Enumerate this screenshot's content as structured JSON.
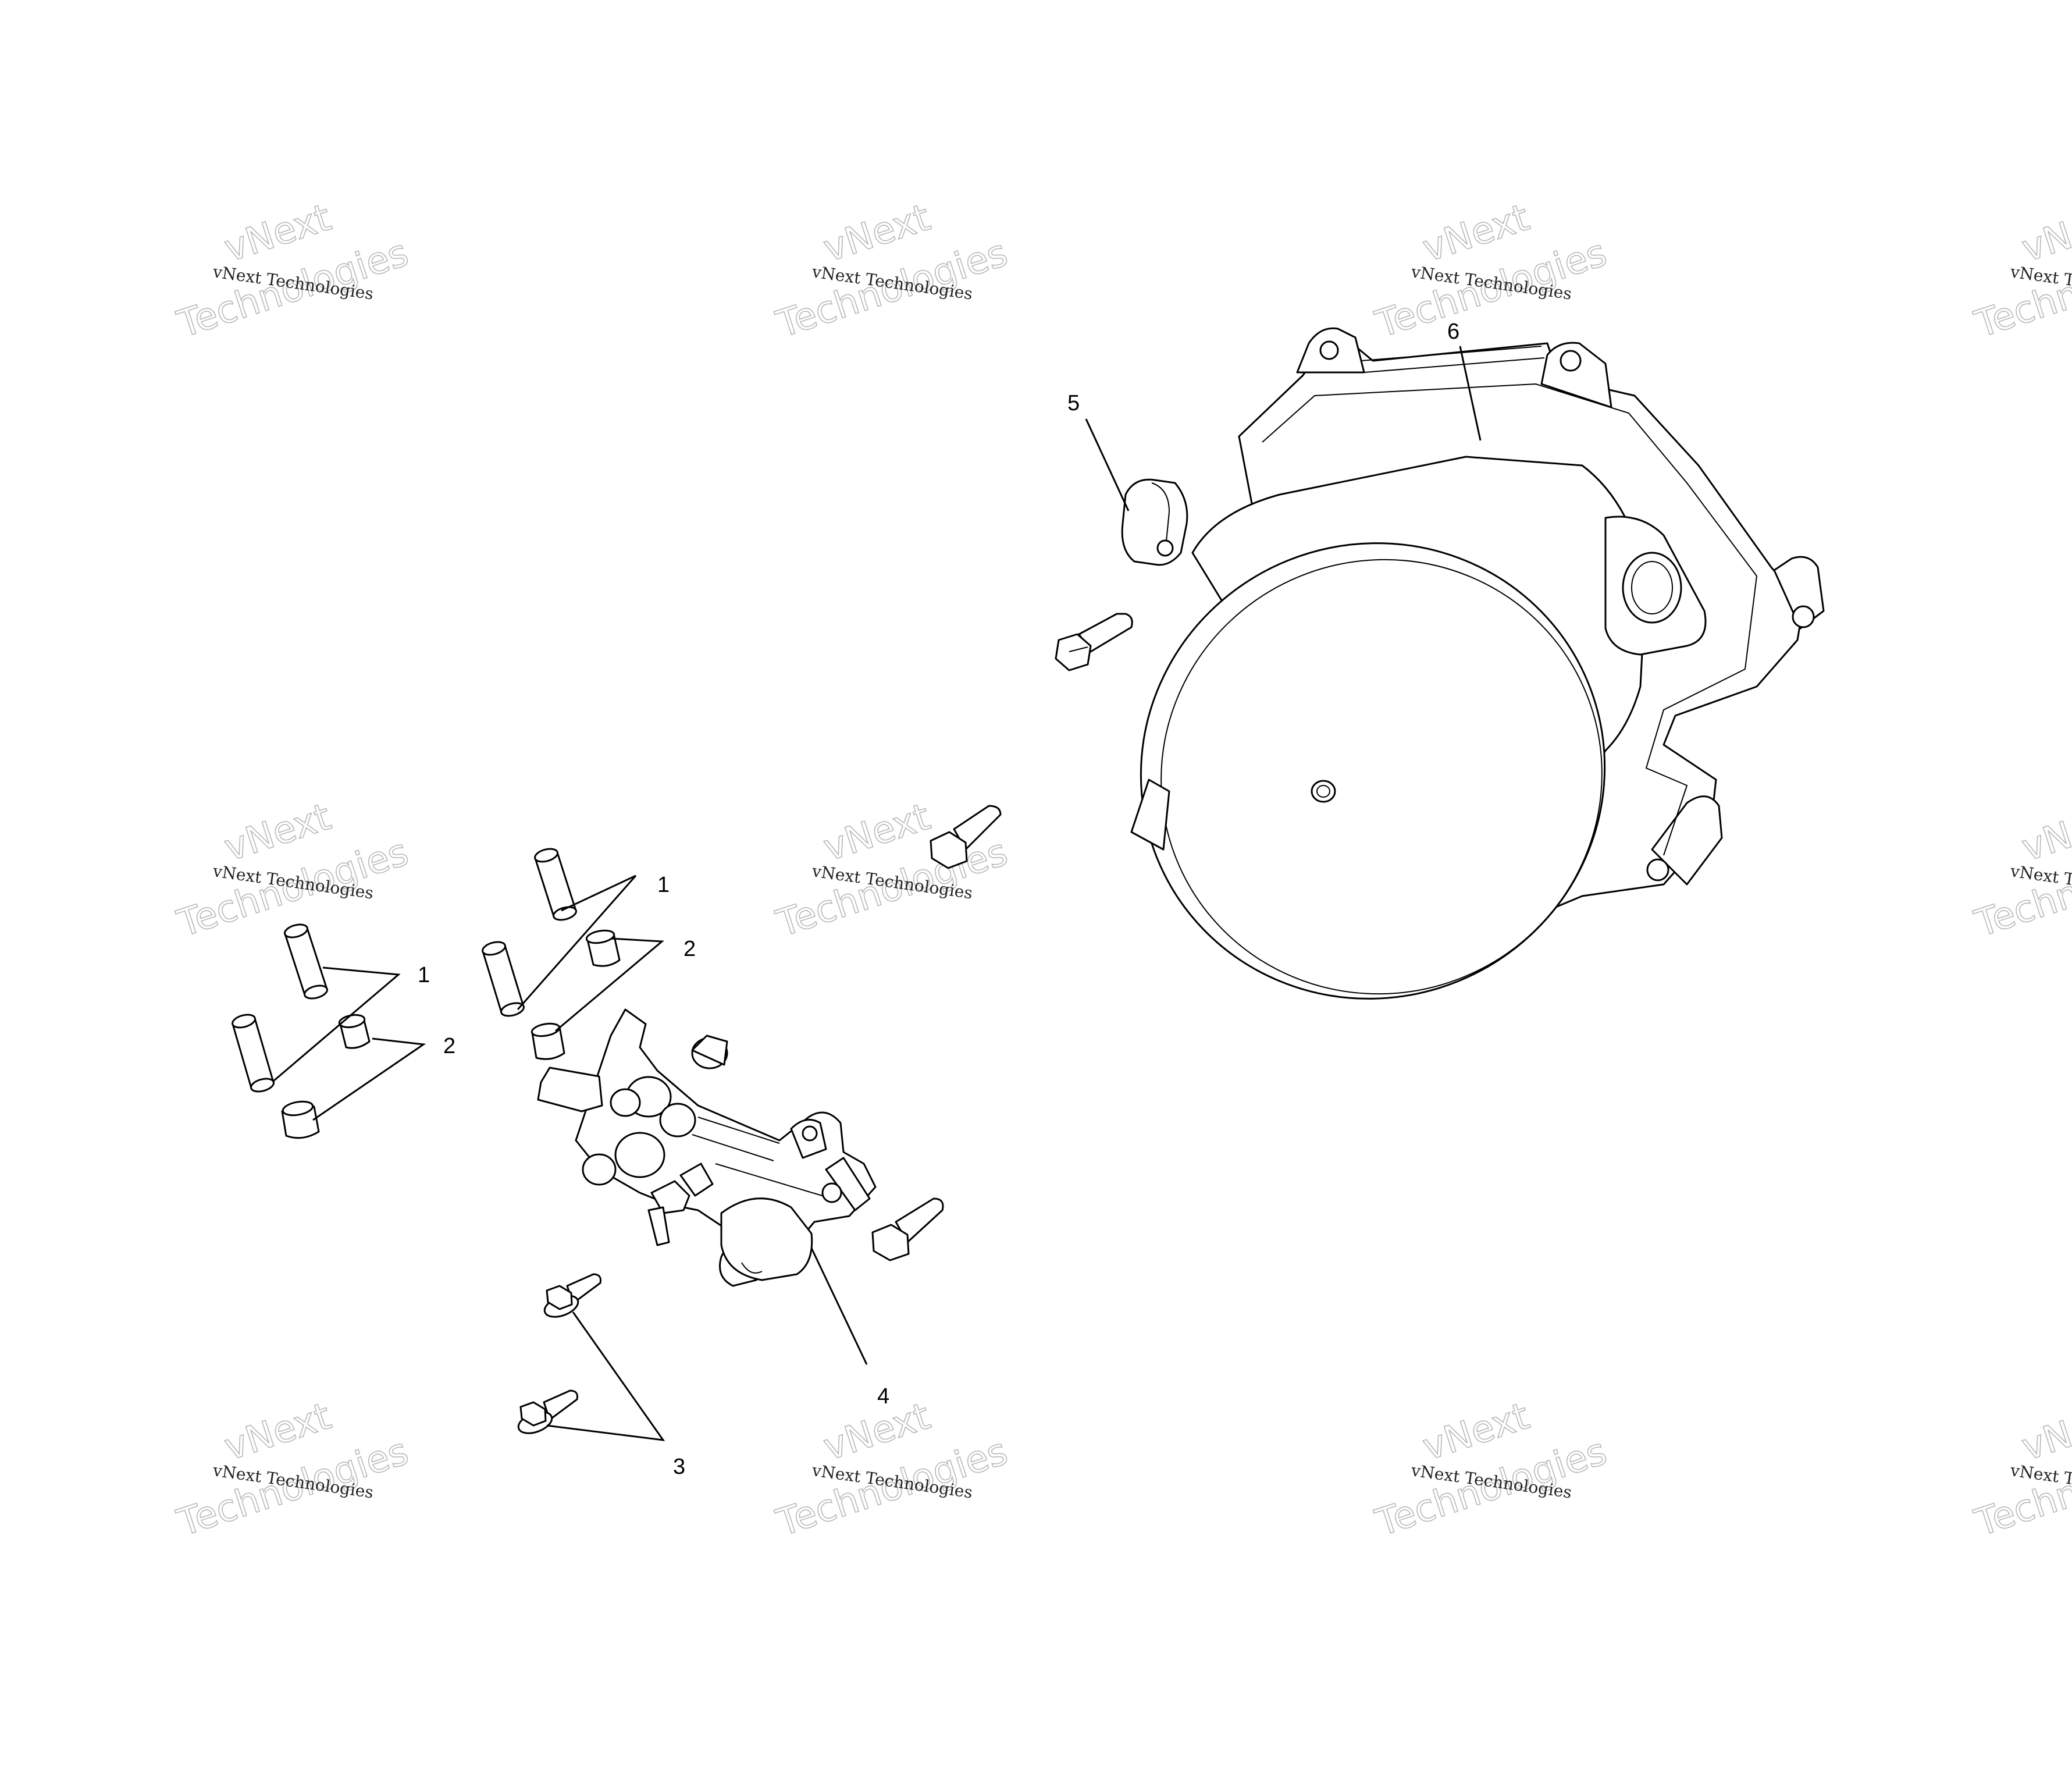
{
  "watermark": {
    "small_text": "vNext Technologies",
    "big_line1": "vNext",
    "big_line2": "Technologies"
  },
  "callouts": {
    "c1_left": "1",
    "c1_right": "1",
    "c2_left": "2",
    "c2_right": "2",
    "c3": "3",
    "c4": "4",
    "c5": "5",
    "c6": "6"
  },
  "colors": {
    "line": "#000000",
    "watermark": "#b8b8b8"
  }
}
